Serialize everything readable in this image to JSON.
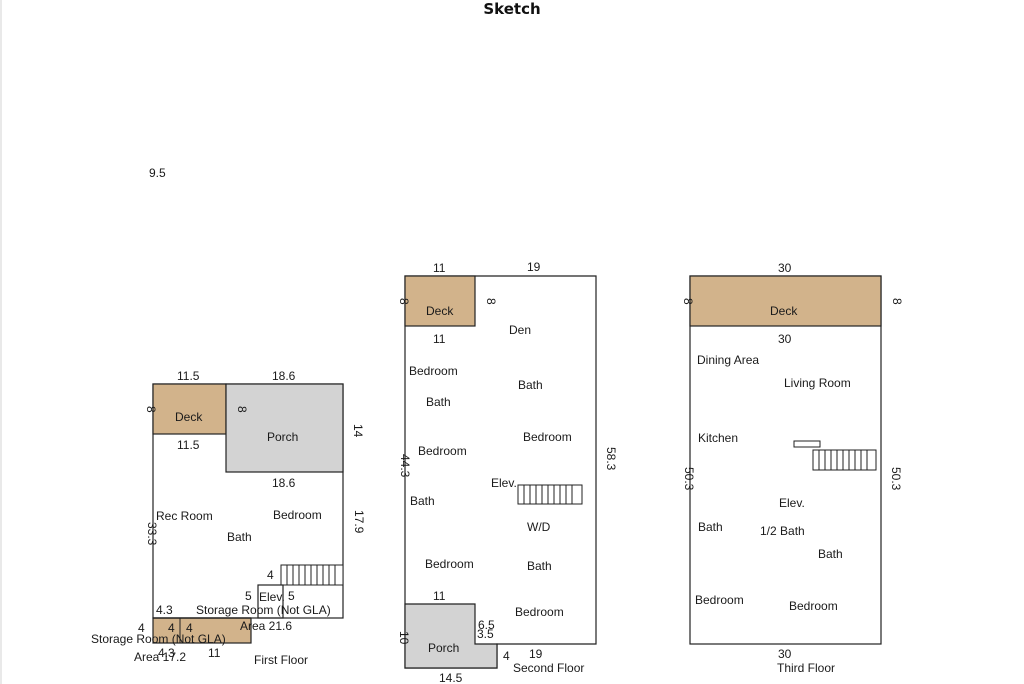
{
  "title": "Sketch",
  "stray_label": "9.5",
  "first_floor": {
    "caption": "First Floor",
    "dims": {
      "deck_top": "11.5",
      "porch_top": "18.6",
      "deck_side_l": "8",
      "deck_side_r": "8",
      "deck_bottom": "11.5",
      "porch_right": "14",
      "porch_bottom": "18.6",
      "left_side": "33.3",
      "right_side": "17.9",
      "stair_w": "4",
      "storage_w": "4.3",
      "small_l": "4",
      "small_a": "4",
      "small_b": "4",
      "elev_a": "5",
      "elev_b": "5",
      "bottom_a": "4.3",
      "bottom_b": "11"
    },
    "rooms": {
      "deck": "Deck",
      "porch": "Porch",
      "rec_room": "Rec Room",
      "bath": "Bath",
      "bedroom": "Bedroom",
      "elev": "Elev.",
      "storage_right": "Storage Room (Not GLA)",
      "area_right": "Area 21.6",
      "storage_left": "Storage Room (Not GLA)",
      "area_left": "Area 17.2"
    }
  },
  "second_floor": {
    "caption": "Second Floor",
    "dims": {
      "deck_top": "11",
      "main_top": "19",
      "deck_side_l": "8",
      "deck_side_r": "8",
      "deck_bottom": "11",
      "left_side": "44.3",
      "right_side": "58.3",
      "porch_top": "11",
      "porch_side_r": "6.5",
      "porch_notch": "3.5",
      "porch_left": "10",
      "small": "4",
      "bottom_right": "19",
      "porch_bottom": "14.5"
    },
    "rooms": {
      "deck": "Deck",
      "den": "Den",
      "bedroom1": "Bedroom",
      "bath1": "Bath",
      "bath2": "Bath",
      "bedroom2": "Bedroom",
      "bedroom3": "Bedroom",
      "elev": "Elev.",
      "bath3": "Bath",
      "wd": "W/D",
      "bedroom4": "Bedroom",
      "bath4": "Bath",
      "bedroom5": "Bedroom",
      "porch": "Porch"
    }
  },
  "third_floor": {
    "caption": "Third Floor",
    "dims": {
      "top": "30",
      "deck_side_l": "8",
      "deck_side_r": "8",
      "deck_bottom": "30",
      "left_side": "50.3",
      "right_side": "50.3",
      "bottom": "30"
    },
    "rooms": {
      "deck": "Deck",
      "dining": "Dining Area",
      "living": "Living Room",
      "kitchen": "Kitchen",
      "elev": "Elev.",
      "bath1": "Bath",
      "half_bath": "1/2 Bath",
      "bath2": "Bath",
      "bedroom1": "Bedroom",
      "bedroom2": "Bedroom"
    }
  },
  "colors": {
    "deck": "#d2b38b",
    "porch": "#d3d3d3",
    "line": "#222222"
  }
}
